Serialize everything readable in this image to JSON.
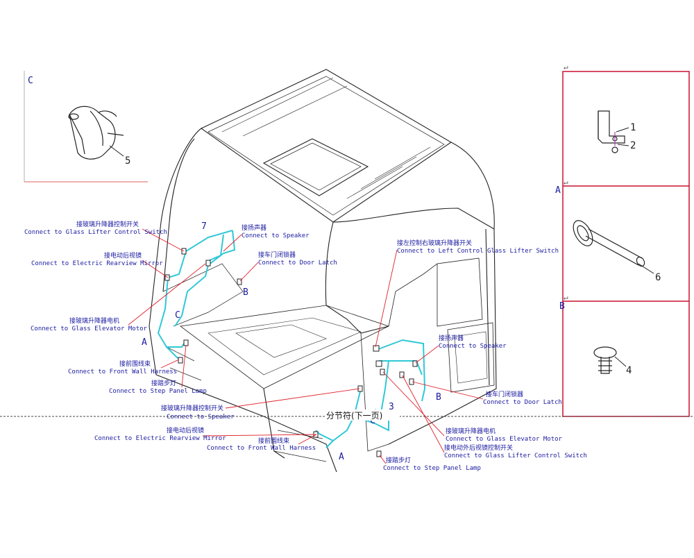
{
  "insets": {
    "c": {
      "letter": "C",
      "part": "5"
    },
    "a": {
      "letter": "A",
      "parts": [
        "1",
        "2"
      ]
    },
    "mid": {
      "part": "6"
    },
    "b": {
      "letter": "B",
      "part": "4"
    }
  },
  "callouts": {
    "lifter_switch_left": {
      "cn": "接玻璃升降器控制开关",
      "en": "Connect to Glass Lifter Control Switch"
    },
    "mirror_left": {
      "cn": "接电动后视镜",
      "en": "Connect to Electric Rearview Mirror"
    },
    "elevator_motor_left": {
      "cn": "接玻璃升降器电机",
      "en": "Connect to Glass Elevator Motor"
    },
    "front_wall_left": {
      "cn": "接前围线束",
      "en": "Connect to Front Wall Harness"
    },
    "step_lamp_left": {
      "cn": "接踏步灯",
      "en": "Connect to Step Panel Lamp"
    },
    "speaker_top": {
      "cn": "接扬声器",
      "en": "Connect to Speaker"
    },
    "door_latch_top": {
      "cn": "接车门闭锁器",
      "en": "Connect to Door Latch"
    },
    "left_right_switch": {
      "cn": "接左控制右玻璃升降器开关",
      "en": "Connect to Left Control Glass Lifter Switch"
    },
    "speaker_right": {
      "cn": "接扬声器",
      "en": "Connect to Speaker"
    },
    "door_latch_right": {
      "cn": "接车门闭锁器",
      "en": "Connect to Door Latch"
    },
    "lifter_switch_center": {
      "cn": "接玻璃升降器控制开关",
      "en": "Connect to Speaker"
    },
    "mirror_center": {
      "cn": "接电动后视镜",
      "en": "Connect to Electric Rearview Mirror"
    },
    "front_wall_center": {
      "cn": "接前围线束",
      "en": "Connect to Front Wall Harness"
    },
    "elevator_motor_right": {
      "cn": "接玻璃升降器电机",
      "en": "Connect to Glass Elevator Motor"
    },
    "mirror_switch_right": {
      "cn": "接电动外后视镜控制开关",
      "en": "Connect to Glass Lifter Control Switch"
    },
    "step_lamp_right": {
      "cn": "接踏步灯",
      "en": "Connect to Step Panel Lamp"
    }
  },
  "markers": {
    "seven": "7",
    "three": "3",
    "b_left": "B",
    "c_left": "C",
    "a_left": "A",
    "b_right": "B",
    "c_right": "C",
    "a_right": "A"
  },
  "section_break": "分节符(下一页)",
  "colors": {
    "harness": "#2fc8d6",
    "callout_text": "#1a1aa0",
    "leader": "#e0202a",
    "frame": "#c8102e",
    "drawing": "#222222"
  }
}
